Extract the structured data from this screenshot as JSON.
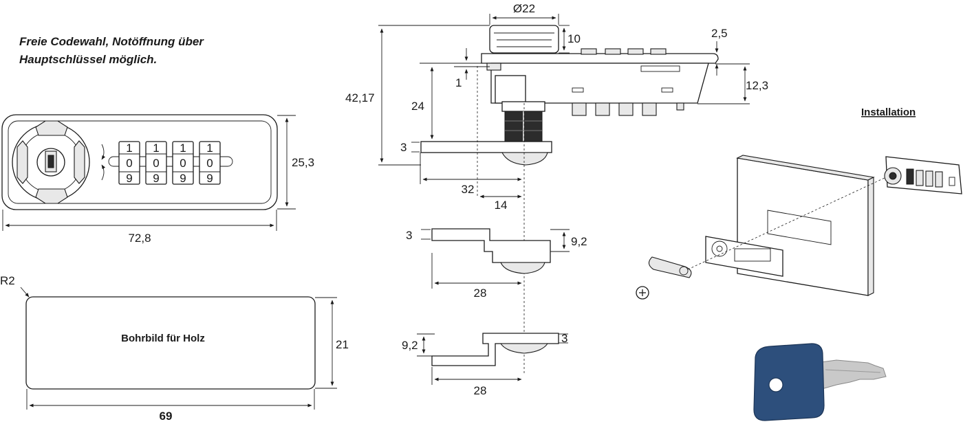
{
  "notes": {
    "line1": "Freie Codewahl, Notöffnung über",
    "line2": "Hauptschlüssel möglich."
  },
  "front_view": {
    "digits_top": [
      "1",
      "1",
      "1",
      "1"
    ],
    "digits_mid": [
      "0",
      "0",
      "0",
      "0"
    ],
    "digits_bot": [
      "9",
      "9",
      "9",
      "9"
    ],
    "dim_height": "25,3",
    "dim_width": "72,8"
  },
  "drill_template": {
    "radius_label": "R2",
    "label": "Bohrbild für Holz",
    "dim_height": "21",
    "dim_width": "69"
  },
  "side_view": {
    "dim_diameter": "Ø22",
    "dim_knob": "10",
    "dim_thickness": "2,5",
    "dim_gap": "1",
    "dim_total": "42,17",
    "dim_24": "24",
    "dim_body": "12,3",
    "dim_cam": "3",
    "dim_32": "32",
    "dim_14": "14"
  },
  "cam_a": {
    "dim_thick": "3",
    "dim_offset": "9,2",
    "dim_len": "28"
  },
  "cam_b": {
    "dim_offset": "9,2",
    "dim_thick": "3",
    "dim_len": "28"
  },
  "installation": {
    "title": "Installation"
  },
  "colors": {
    "key_head": "#2d4f7c",
    "key_blade": "#c9c9c9",
    "line": "#1a1a1a"
  }
}
